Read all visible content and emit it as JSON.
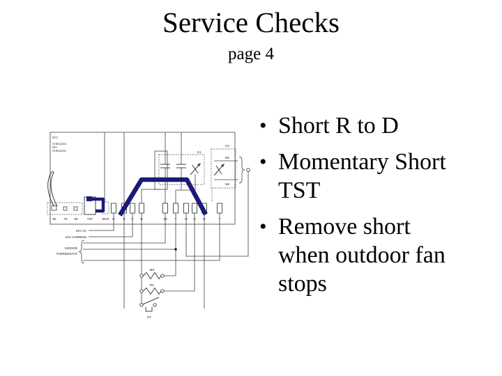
{
  "slide": {
    "title": "Service Checks",
    "subtitle": "page 4",
    "bullet_char": "•",
    "bullets": [
      "Short R to D",
      "Momentary Short TST",
      "Remove short when outdoor fan stops"
    ]
  },
  "diagram": {
    "corner_text": [
      "DFC",
      "CHB1132x",
      "DFI",
      "CHB1104x"
    ],
    "terminal_labels": [
      "90",
      "70",
      "50",
      "TST",
      "BCR",
      "R",
      "R",
      "C",
      "B",
      "X2",
      "Y",
      "O",
      "G",
      "D",
      "T"
    ],
    "left_labels": {
      "ac": "24V AC",
      "common": "24V COMMON",
      "indoor_line1": "INDOOR",
      "indoor_line2": "THERMOSTAT"
    },
    "components": {
      "k1": "K1",
      "k3": "K3",
      "m1": "M1",
      "m2": "M2",
      "ms": "MS",
      "rc": "RC",
      "dt": "DT"
    },
    "highlight_color": "#1a1a78",
    "line_color": "#3f3f3f"
  }
}
